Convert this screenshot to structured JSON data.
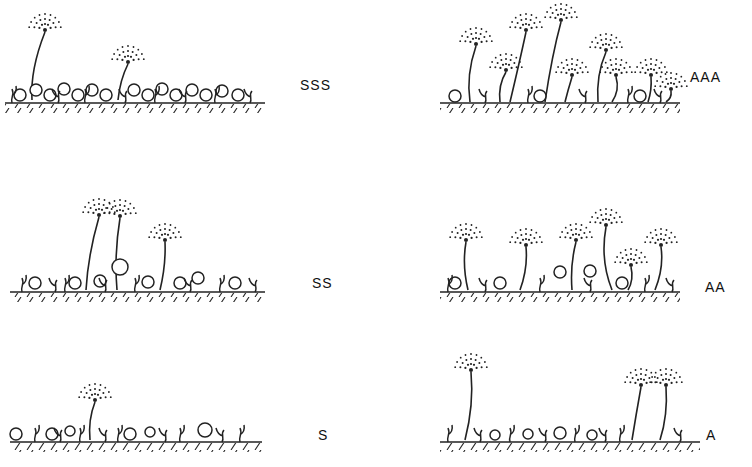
{
  "diagram": {
    "labels": [
      "SSS",
      "AAA",
      "SS",
      "AA",
      "S",
      "A"
    ]
  }
}
